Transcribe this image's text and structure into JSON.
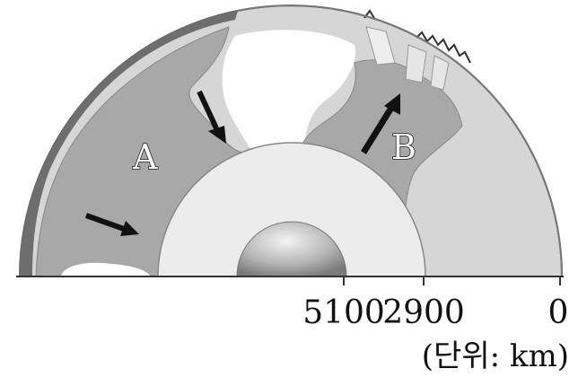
{
  "diagram": {
    "regions": [
      {
        "id": "A",
        "label": "A"
      },
      {
        "id": "B",
        "label": "B"
      }
    ],
    "depth_ticks": [
      "5100",
      "2900",
      "0"
    ],
    "unit_label": "(단위:  km)",
    "colors": {
      "crust": "#6e6e6e",
      "mantle_light": "#d6d6d6",
      "plume": "#a8a8a8",
      "outer_core": "#ececec",
      "inner_core": "#9a9a9a",
      "arrow": "#111111",
      "outline": "#555555"
    }
  }
}
